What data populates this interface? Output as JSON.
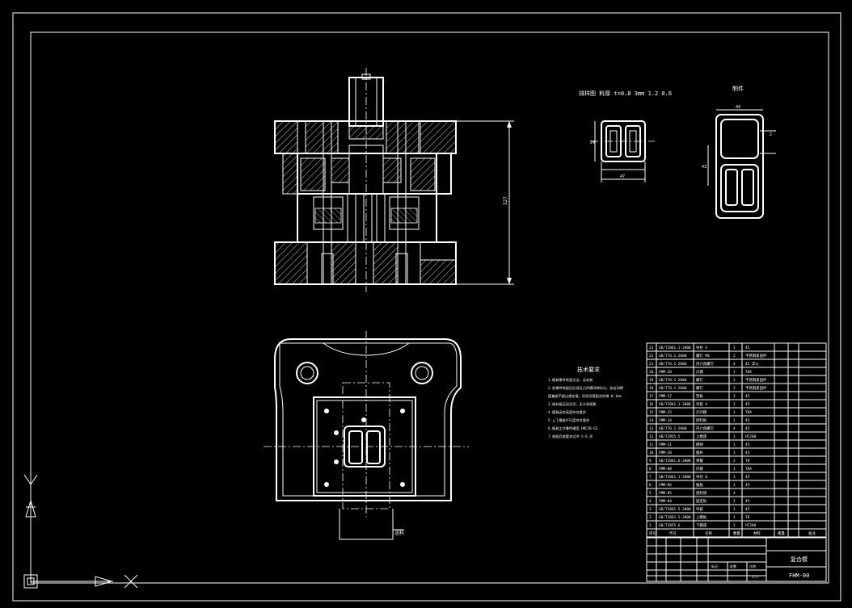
{
  "drawing": {
    "dimension_right": "327",
    "strip_view": {
      "label": "排样图 料厚 t=0.8 3mm 1.2 0.6",
      "dim_width": "47",
      "dim_height": "24"
    },
    "part_view": {
      "label": "制件",
      "dim_width": "44",
      "dim_height": "43",
      "dim_side": "2"
    },
    "tech_notes": {
      "title": "技术要求",
      "lines": [
        "1.模具零件表面光洁，无毛刺",
        "2.各零件装配后应保证凸凹模间隙均匀，各处间隙",
        "  值偏差不超过规定值，导柱导套配合间隙 0.1mm",
        "3.卸料板运动灵活，无卡滞现象",
        "4.模具闭合高度符合要求",
        "5.上下模座平行度符合要求",
        "6.模具工作零件硬度 HRC58-62",
        "7.装配后按要求试冲 5-6 次"
      ]
    },
    "feed_label": "送料",
    "bom": {
      "rows": [
        {
          "no": "23",
          "code": "GB/T2861.1-2008",
          "name": "导柱 A",
          "qty": "1",
          "mat": "45"
        },
        {
          "no": "22",
          "code": "GB/T70.1-2000",
          "name": "螺钉 M8",
          "qty": "2",
          "mat": "不锈钢紧固件"
        },
        {
          "no": "21",
          "code": "GB/T70.1-2000",
          "name": "内六角螺钉",
          "qty": "4",
          "mat": "45 淬火"
        },
        {
          "no": "20",
          "code": "FMM-20",
          "name": "凸模",
          "qty": "1",
          "mat": "T8A"
        },
        {
          "no": "19",
          "code": "GB/T70.1-2000",
          "name": "螺钉",
          "qty": "2",
          "mat": "不锈钢紧固件"
        },
        {
          "no": "18",
          "code": "GB/T70.1-2000",
          "name": "螺钉",
          "qty": "2",
          "mat": "不锈钢紧固件"
        },
        {
          "no": "17",
          "code": "FMM-17",
          "name": "垫板",
          "qty": "1",
          "mat": "45"
        },
        {
          "no": "16",
          "code": "GB/T2861.1-2008",
          "name": "导套 A",
          "qty": "1",
          "mat": "45"
        },
        {
          "no": "15",
          "code": "FMM-15",
          "name": "凸凹模",
          "qty": "1",
          "mat": "T8A"
        },
        {
          "no": "14",
          "code": "FMM-14",
          "name": "卸料板",
          "qty": "1",
          "mat": "45"
        },
        {
          "no": "13",
          "code": "GB/T70.1-2000",
          "name": "内六角螺钉",
          "qty": "4",
          "mat": "45"
        },
        {
          "no": "12",
          "code": "GB/T2855.5",
          "name": "上模座",
          "qty": "1",
          "mat": "HT200"
        },
        {
          "no": "11",
          "code": "FMM-11",
          "name": "模柄",
          "qty": "1",
          "mat": "45"
        },
        {
          "no": "10",
          "code": "FMM-10",
          "name": "推杆",
          "qty": "1",
          "mat": "45"
        },
        {
          "no": "9",
          "code": "GB/T2861.6-2008",
          "name": "弹簧",
          "qty": "2",
          "mat": "T8"
        },
        {
          "no": "8",
          "code": "FMM-08",
          "name": "凹模",
          "qty": "1",
          "mat": "T8A"
        },
        {
          "no": "7",
          "code": "GB/T2861.1-2008",
          "name": "导柱 B",
          "qty": "1",
          "mat": "45"
        },
        {
          "no": "6",
          "code": "FMM-06",
          "name": "推板",
          "qty": "1",
          "mat": "45"
        },
        {
          "no": "5",
          "code": "FMM-05",
          "name": "挡料销",
          "qty": "4",
          "mat": ""
        },
        {
          "no": "4",
          "code": "FMM-04",
          "name": "固定板",
          "qty": "1",
          "mat": "45"
        },
        {
          "no": "3",
          "code": "GB/T2861.5-2008",
          "name": "导套",
          "qty": "1",
          "mat": "45"
        },
        {
          "no": "2",
          "code": "GB/T2861.5-2008",
          "name": "上模板",
          "qty": "1",
          "mat": "T8"
        },
        {
          "no": "1",
          "code": "GB/T2855.6",
          "name": "下模座",
          "qty": "1",
          "mat": "HT200"
        }
      ],
      "header": {
        "no": "序号",
        "code": "代号",
        "name": "名称",
        "qty": "数量",
        "mat": "材料",
        "weight": "重量",
        "note": "备注"
      }
    },
    "title_block": {
      "name": "复合模",
      "code": "FHM-00",
      "label_a": "标记",
      "label_b": "处数",
      "label_c": "比例",
      "scale": "1:1"
    }
  }
}
